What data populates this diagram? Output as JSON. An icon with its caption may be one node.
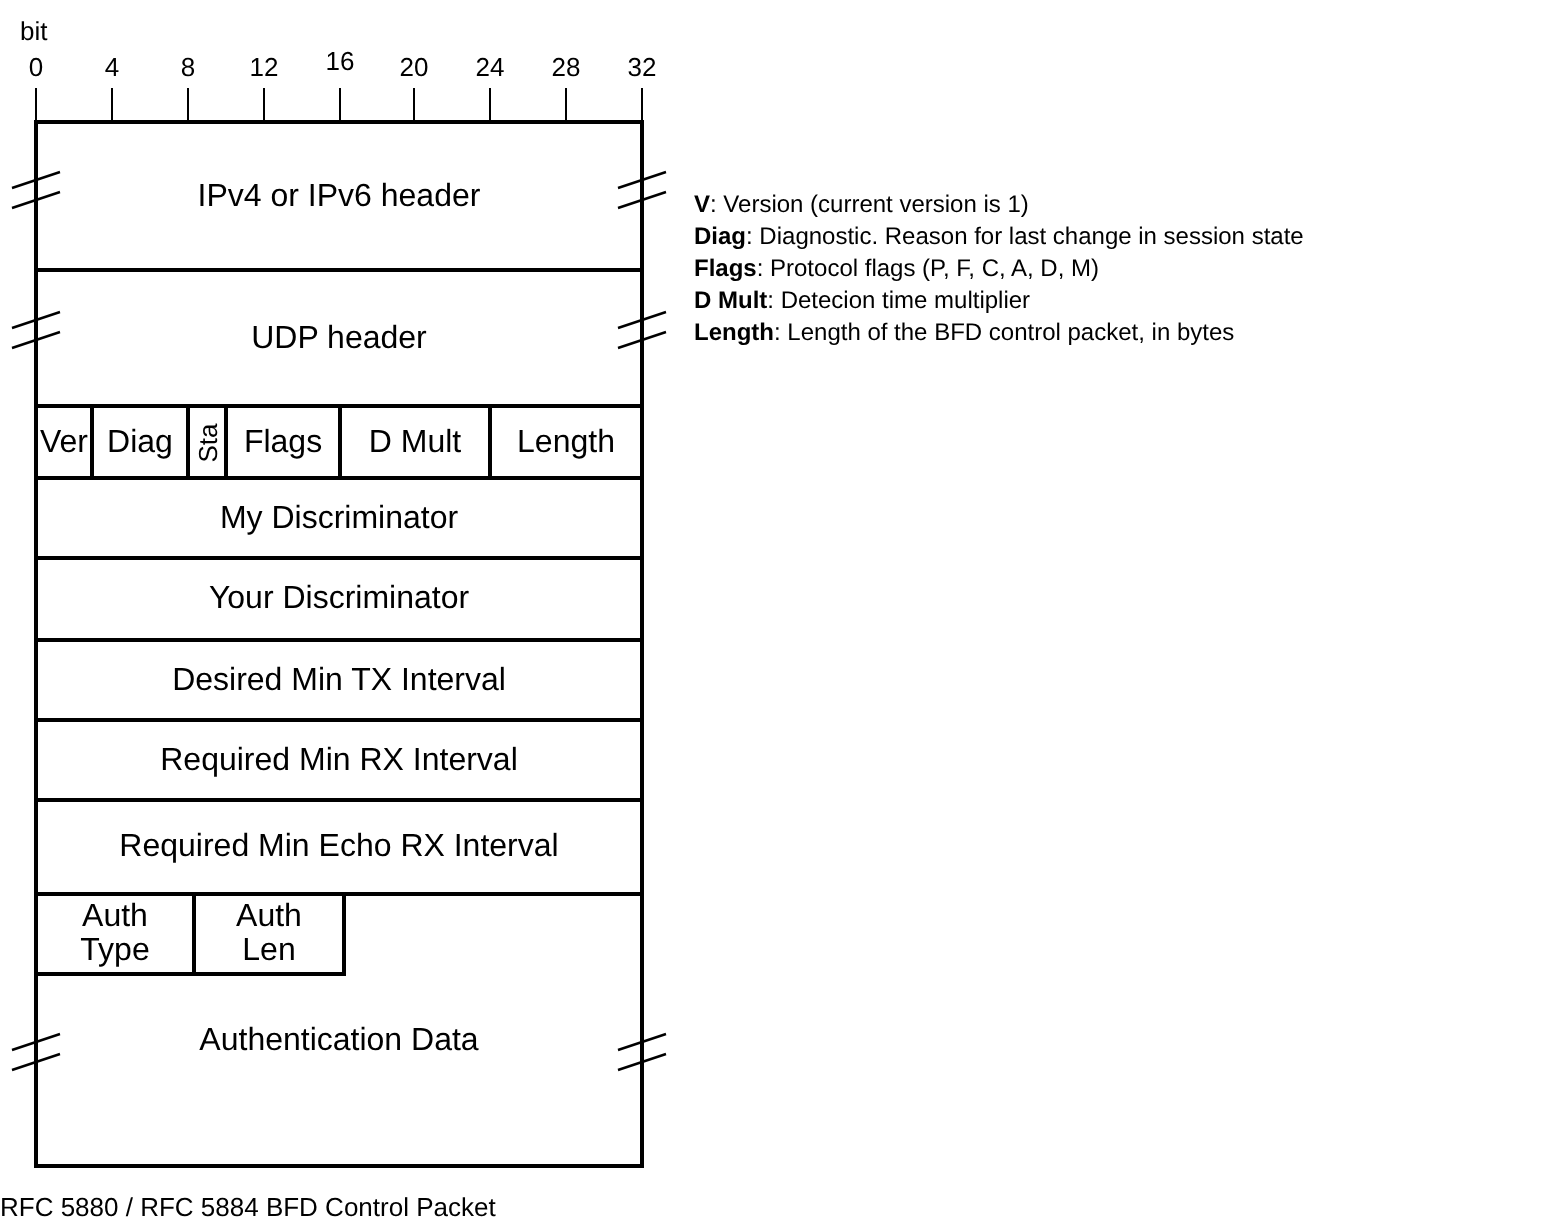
{
  "diagram": {
    "caption": "RFC 5880 / RFC 5884 BFD Control Packet",
    "nodes": [
      {
        "text": [
          "IPv4 or IPv6 header"
        ]
      },
      {
        "text": [
          "UDP header"
        ]
      },
      {
        "text": [
          "Ver"
        ]
      },
      {
        "text": [
          "Diag"
        ]
      },
      {
        "text": [
          "Sta"
        ]
      },
      {
        "text": [
          "Flags"
        ]
      },
      {
        "text": [
          "D Mult"
        ]
      },
      {
        "text": [
          "Length"
        ]
      },
      {
        "text": [
          "My Discriminator"
        ]
      },
      {
        "text": [
          "Your Discriminator"
        ]
      },
      {
        "text": [
          "Desired Min TX Interval"
        ]
      },
      {
        "text": [
          "Required Min RX Interval"
        ]
      },
      {
        "text": [
          "Required Min Echo RX Interval"
        ]
      },
      {
        "text": [
          "Authentication Data"
        ]
      },
      {
        "text": [
          "Auth Type"
        ],
        "in": 13
      },
      {
        "text": [
          "Auth Len"
        ],
        "in": 13
      }
    ],
    "labels": [
      "bit",
      "0",
      "4",
      "8",
      "12",
      "16",
      "20",
      "24",
      "28",
      "32",
      "**V**: Version (current version is 1)",
      "**Diag**: Diagnostic. Reason for last change in session state",
      "**Flags**: Protocol flags (P, F, C, A, D, M)",
      "**D Mult**: Detecion time multiplier",
      "**Length**: Length of the BFD control packet, in bytes"
    ]
  }
}
